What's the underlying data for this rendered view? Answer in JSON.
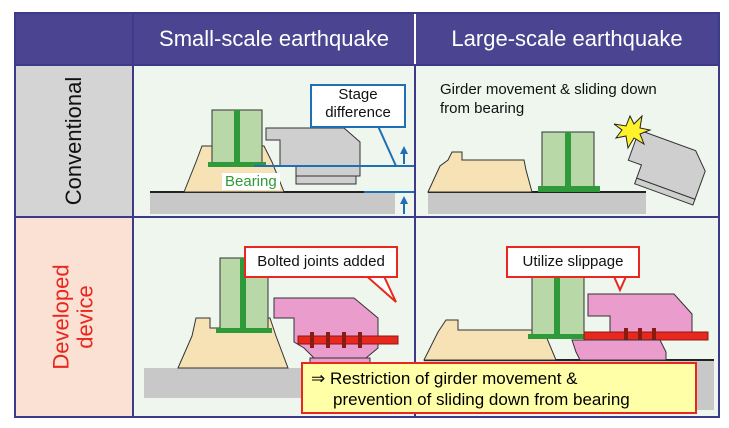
{
  "header": {
    "col1": "Small-scale earthquake",
    "col2": "Large-scale earthquake"
  },
  "rows": {
    "row1": "Conventional",
    "row2_line1": "Developed",
    "row2_line2": "device"
  },
  "labels": {
    "stage_line1": "Stage",
    "stage_line2": "difference",
    "bearing": "Bearing",
    "girder_line1": "Girder movement & sliding down",
    "girder_line2": "from bearing",
    "bolted": "Bolted joints added",
    "slippage": "Utilize slippage",
    "note_line1": "⇒ Restriction of girder movement &",
    "note_line2": "prevention of sliding down from bearing"
  },
  "colors": {
    "header_bg": "#4b4591",
    "conventional_row_bg": "#d4d4d4",
    "developed_row_bg": "#fbe0d4",
    "cell_bg": "#eef6ee",
    "callout_red": "#e8281e",
    "callout_blue": "#1f6fb5",
    "girder_green": "#b8d8a8",
    "pier_pink": "#ea9ccc",
    "pier_gray": "#cfcfcf",
    "bearing_tan": "#f6e2b4",
    "ground_gray": "#c8c8c8"
  }
}
